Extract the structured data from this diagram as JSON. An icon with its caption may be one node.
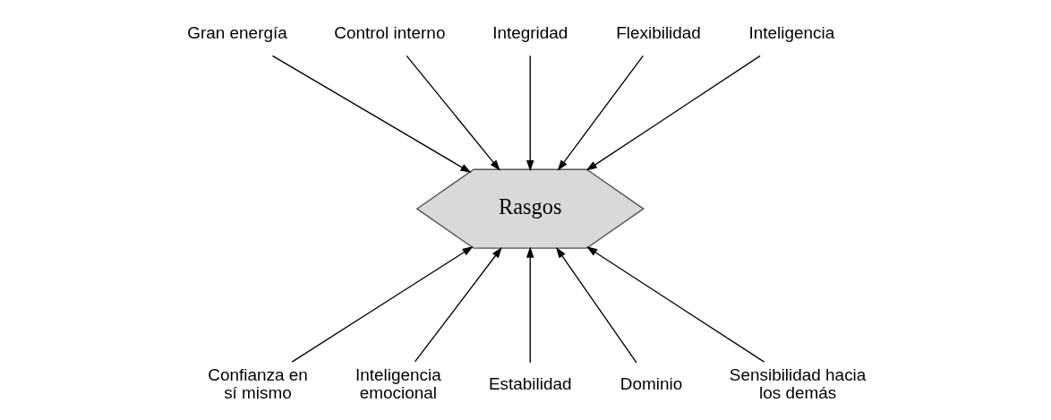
{
  "diagram": {
    "nodes": [
      {
        "text": [
          "Rasgos"
        ]
      },
      {
        "text": [
          "Gran energía"
        ]
      },
      {
        "text": [
          "Control interno"
        ]
      },
      {
        "text": [
          "Integridad"
        ]
      },
      {
        "text": [
          "Flexibilidad"
        ]
      },
      {
        "text": [
          "Inteligencia"
        ]
      },
      {
        "text": [
          "Confianza en sí mismo"
        ]
      },
      {
        "text": [
          "Inteligencia emocional"
        ]
      },
      {
        "text": [
          "Estabilidad"
        ]
      },
      {
        "text": [
          "Dominio"
        ]
      },
      {
        "text": [
          "Sensibilidad hacia los demás"
        ]
      }
    ],
    "edges": [
      {
        "from": 1,
        "to": 0,
        "arrow": "to"
      },
      {
        "from": 2,
        "to": 0,
        "arrow": "to"
      },
      {
        "from": 3,
        "to": 0,
        "arrow": "to"
      },
      {
        "from": 4,
        "to": 0,
        "arrow": "to"
      },
      {
        "from": 5,
        "to": 0,
        "arrow": "to"
      },
      {
        "from": 6,
        "to": 0,
        "arrow": "to"
      },
      {
        "from": 7,
        "to": 0,
        "arrow": "to"
      },
      {
        "from": 8,
        "to": 0,
        "arrow": "to"
      },
      {
        "from": 9,
        "to": 0,
        "arrow": "to"
      },
      {
        "from": 10,
        "to": 0,
        "arrow": "to"
      }
    ]
  }
}
